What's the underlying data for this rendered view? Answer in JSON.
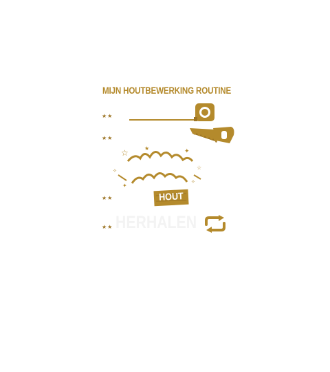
{
  "design": {
    "title": "MIJN HOUTBEWERKING ROUTINE",
    "steps": [
      {
        "stars": "★★",
        "icon": "tape-measure-icon"
      },
      {
        "stars": "★★",
        "icon": "saw-icon"
      },
      {
        "stars": "★★",
        "icon": "hammer-impact-icon",
        "badge": "HOUT"
      },
      {
        "stars": "★★",
        "icon": "repeat-arrows-icon",
        "label": "HERHALEN"
      }
    ]
  },
  "colors": {
    "gold": "#b48a2c",
    "gold_dark": "#9c7424",
    "white": "#ffffff",
    "background": "#ffffff"
  }
}
